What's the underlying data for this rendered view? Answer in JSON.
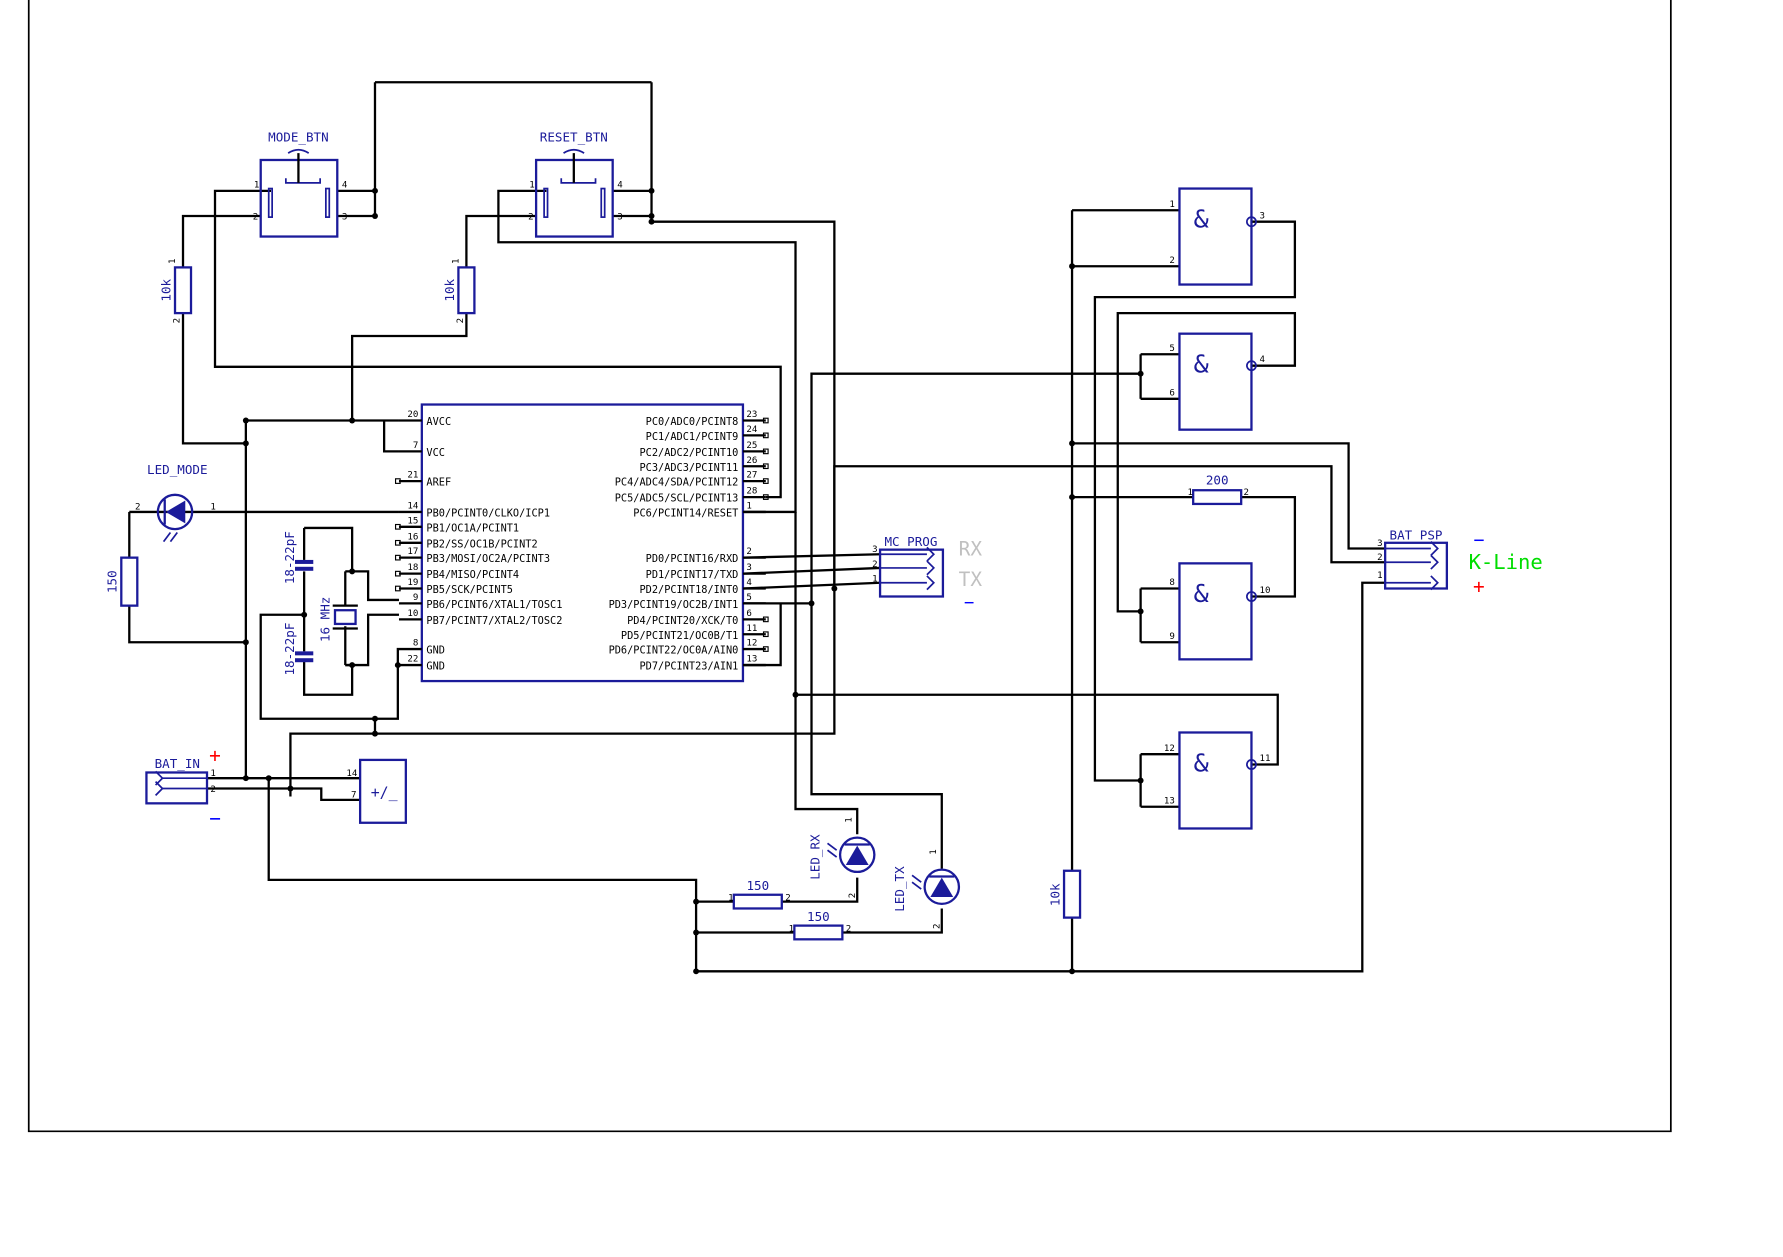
{
  "components": {
    "mode_btn": "MODE_BTN",
    "reset_btn": "RESET_BTN",
    "r_mode_btn": "10k",
    "r_reset_btn": "10k",
    "led_mode": "LED_MODE",
    "r_led_mode": "150",
    "c1": "18-22pF",
    "c2": "18-22pF",
    "crystal": "16 MHz",
    "bat_in": "BAT_IN",
    "plusminus": "+/_",
    "mc_prog": "MC_PROG",
    "rx": "RX",
    "tx": "TX",
    "led_rx": "LED_RX",
    "led_tx": "LED_TX",
    "r_rx": "150",
    "r_tx": "150",
    "r_pullup": "10k",
    "r_kline": "200",
    "bat_psp": "BAT_PSP",
    "kline": "K-Line",
    "gate_symbol": "&"
  },
  "signs": {
    "plus": "+",
    "minus": "−"
  },
  "mcu": {
    "left": [
      {
        "pin": "20",
        "name": "AVCC"
      },
      {
        "pin": "7",
        "name": "VCC"
      },
      {
        "pin": "21",
        "name": "AREF"
      },
      {
        "pin": "14",
        "name": "PB0/PCINT0/CLKO/ICP1"
      },
      {
        "pin": "15",
        "name": "PB1/OC1A/PCINT1"
      },
      {
        "pin": "16",
        "name": "PB2/SS/OC1B/PCINT2"
      },
      {
        "pin": "17",
        "name": "PB3/MOSI/OC2A/PCINT3"
      },
      {
        "pin": "18",
        "name": "PB4/MISO/PCINT4"
      },
      {
        "pin": "19",
        "name": "PB5/SCK/PCINT5"
      },
      {
        "pin": "9",
        "name": "PB6/PCINT6/XTAL1/TOSC1"
      },
      {
        "pin": "10",
        "name": "PB7/PCINT7/XTAL2/TOSC2"
      },
      {
        "pin": "8",
        "name": "GND"
      },
      {
        "pin": "22",
        "name": "GND"
      }
    ],
    "right": [
      {
        "pin": "23",
        "name": "PC0/ADC0/PCINT8"
      },
      {
        "pin": "24",
        "name": "PC1/ADC1/PCINT9"
      },
      {
        "pin": "25",
        "name": "PC2/ADC2/PCINT10"
      },
      {
        "pin": "26",
        "name": "PC3/ADC3/PCINT11"
      },
      {
        "pin": "27",
        "name": "PC4/ADC4/SDA/PCINT12"
      },
      {
        "pin": "28",
        "name": "PC5/ADC5/SCL/PCINT13"
      },
      {
        "pin": "1",
        "name": "PC6/PCINT14/RESET"
      },
      {
        "pin": "2",
        "name": "PD0/PCINT16/RXD"
      },
      {
        "pin": "3",
        "name": "PD1/PCINT17/TXD"
      },
      {
        "pin": "4",
        "name": "PD2/PCINT18/INT0"
      },
      {
        "pin": "5",
        "name": "PD3/PCINT19/OC2B/INT1"
      },
      {
        "pin": "6",
        "name": "PD4/PCINT20/XCK/T0"
      },
      {
        "pin": "11",
        "name": "PD5/PCINT21/OC0B/T1"
      },
      {
        "pin": "12",
        "name": "PD6/PCINT22/OC0A/AIN0"
      },
      {
        "pin": "13",
        "name": "PD7/PCINT23/AIN1"
      }
    ]
  },
  "gates": [
    {
      "inputs": [
        "1",
        "2"
      ],
      "output": "3"
    },
    {
      "inputs": [
        "5",
        "6"
      ],
      "output": "4"
    },
    {
      "inputs": [
        "8",
        "9"
      ],
      "output": "10"
    },
    {
      "inputs": [
        "12",
        "13"
      ],
      "output": "11"
    }
  ],
  "connector_pins": {
    "mc_prog": [
      "3",
      "2",
      "1"
    ],
    "bat_psp": [
      "3",
      "2",
      "1"
    ],
    "bat_in": [
      "1",
      "2"
    ],
    "plusminus": [
      "14",
      "7"
    ]
  },
  "colors": {
    "wire": "#000000",
    "part": "#1b1b9a",
    "plus": "#ff0000",
    "minus": "#0000ff",
    "kline": "#00dd00",
    "grey": "#c0c0c0"
  }
}
